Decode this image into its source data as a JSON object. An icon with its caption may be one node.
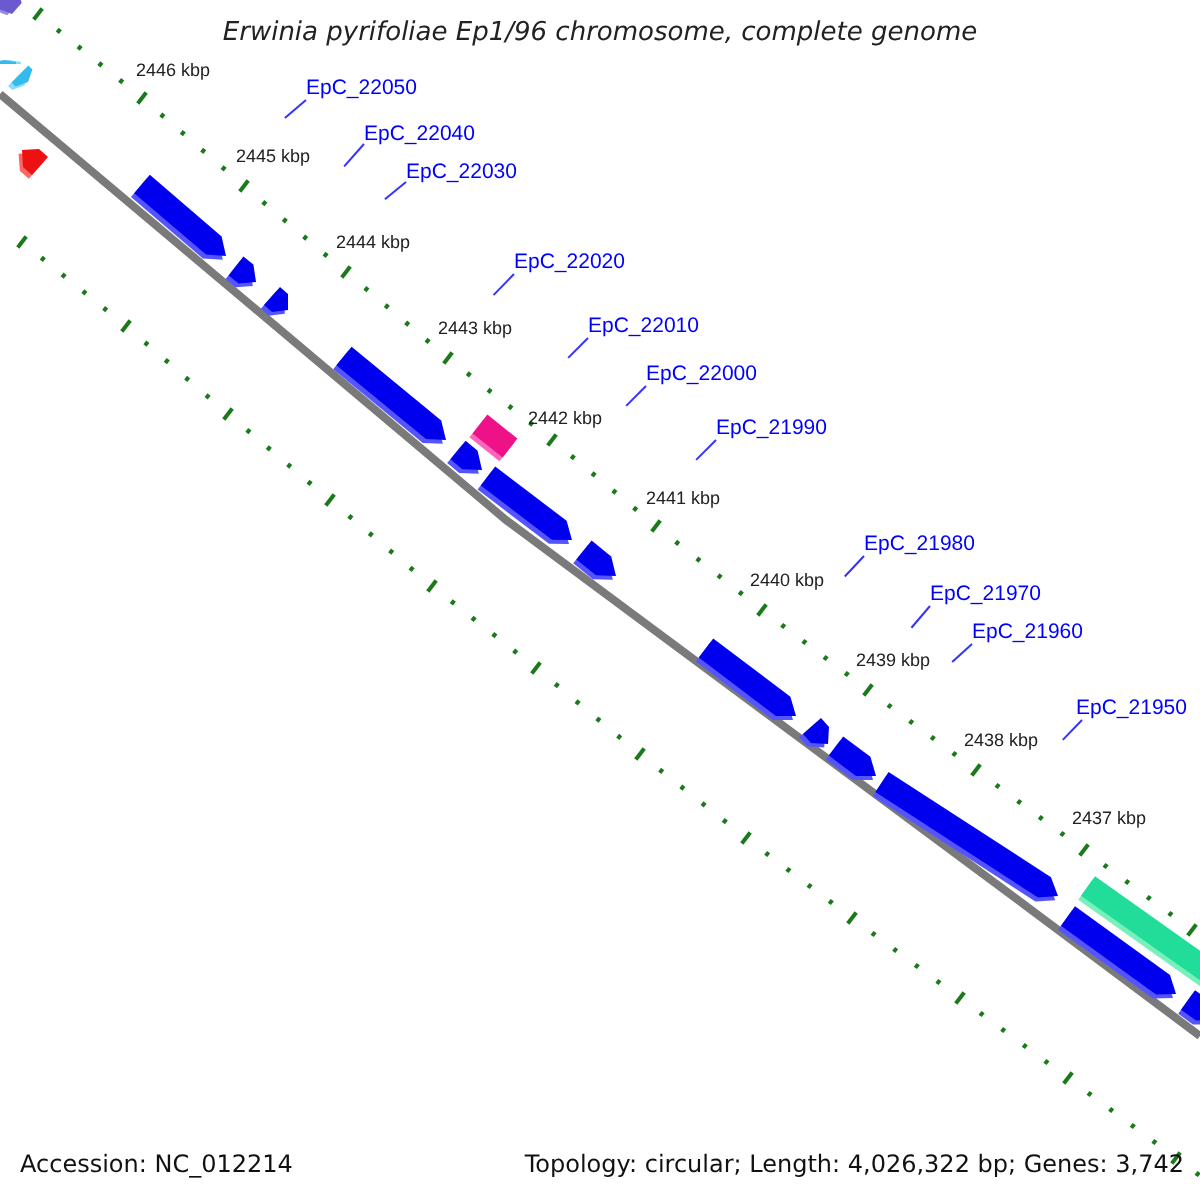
{
  "diagram": {
    "title": "Erwinia pyrifoliae Ep1/96 chromosome, complete genome",
    "nodes": [
      {
        "text": [
          "EpC_22050"
        ]
      },
      {
        "text": [
          "EpC_22040"
        ]
      },
      {
        "text": [
          "EpC_22030"
        ]
      },
      {
        "text": [
          "EpC_22020"
        ]
      },
      {
        "text": [
          "EpC_22010"
        ]
      },
      {
        "text": [
          "EpC_22000"
        ]
      },
      {
        "text": [
          "EpC_21990"
        ]
      },
      {
        "text": [
          "EpC_21980"
        ]
      },
      {
        "text": [
          "EpC_21970"
        ]
      },
      {
        "text": [
          "EpC_21960"
        ]
      },
      {
        "text": [
          "EpC_21950"
        ]
      }
    ],
    "edges": [
      {
        "from": 0,
        "to": null,
        "arrow": "none"
      },
      {
        "from": 1,
        "to": null,
        "arrow": "none"
      },
      {
        "from": 2,
        "to": null,
        "arrow": "none"
      },
      {
        "from": 3,
        "to": null,
        "arrow": "none"
      },
      {
        "from": 4,
        "to": null,
        "arrow": "none"
      },
      {
        "from": 5,
        "to": null,
        "arrow": "none"
      },
      {
        "from": 6,
        "to": null,
        "arrow": "none"
      },
      {
        "from": 7,
        "to": null,
        "arrow": "none"
      },
      {
        "from": 8,
        "to": null,
        "arrow": "none"
      },
      {
        "from": 9,
        "to": null,
        "arrow": "none"
      },
      {
        "from": 10,
        "to": null,
        "arrow": "none"
      }
    ],
    "labels": [
      "2446 kbp",
      "2445 kbp",
      "2444 kbp",
      "2443 kbp",
      "2442 kbp",
      "2441 kbp",
      "2440 kbp",
      "2439 kbp",
      "2438 kbp",
      "2437 kbp",
      "Accession: NC_012214",
      "Topology: circular; Length: 4,026,322 bp; Genes: 3,742"
    ]
  }
}
